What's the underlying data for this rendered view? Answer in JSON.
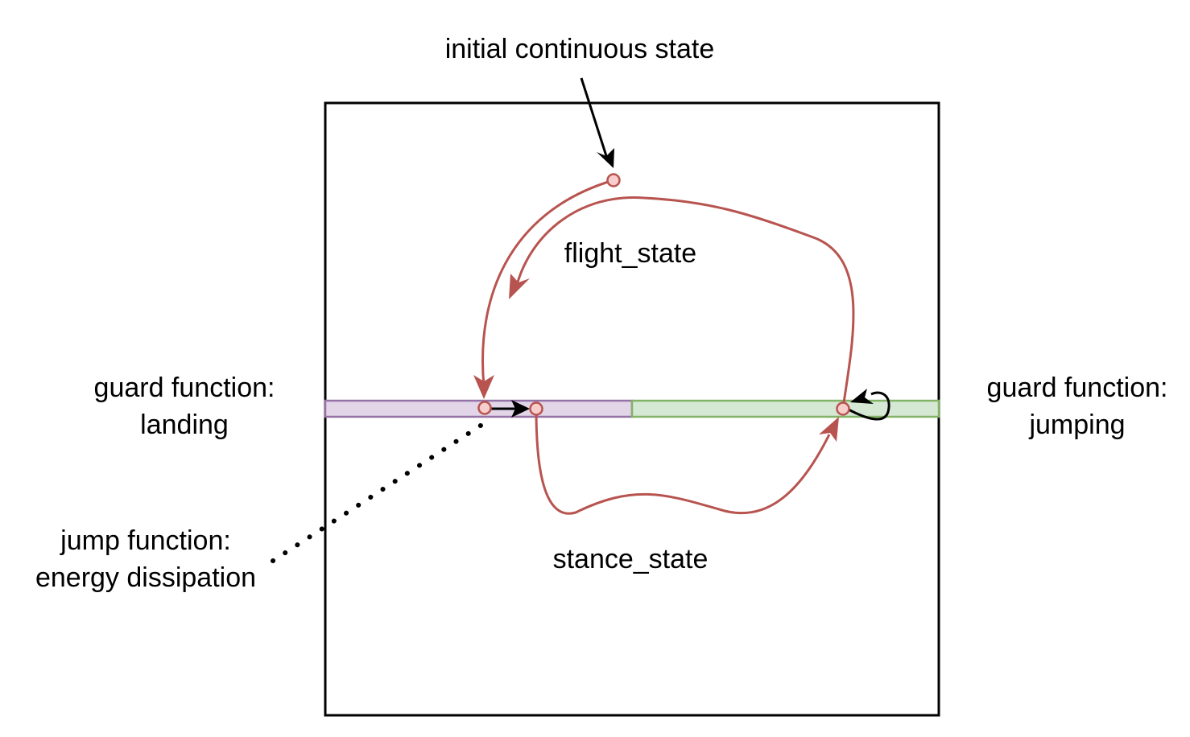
{
  "labels": {
    "initial_state": "initial continuous state",
    "flight_state": "flight_state",
    "stance_state": "stance_state",
    "guard_landing": {
      "line1": "guard function:",
      "line2": "landing"
    },
    "guard_jumping": {
      "line1": "guard function:",
      "line2": "jumping"
    },
    "jump_function": {
      "line1": "jump function:",
      "line2": "energy dissipation"
    }
  },
  "colors": {
    "trajectory": "#b85450",
    "point_fill": "#f8cecc",
    "landing_fill": "#e1d5e7",
    "landing_stroke": "#9673a6",
    "jumping_fill": "#d5e8d4",
    "jumping_stroke": "#82b366",
    "outline": "#000000"
  }
}
